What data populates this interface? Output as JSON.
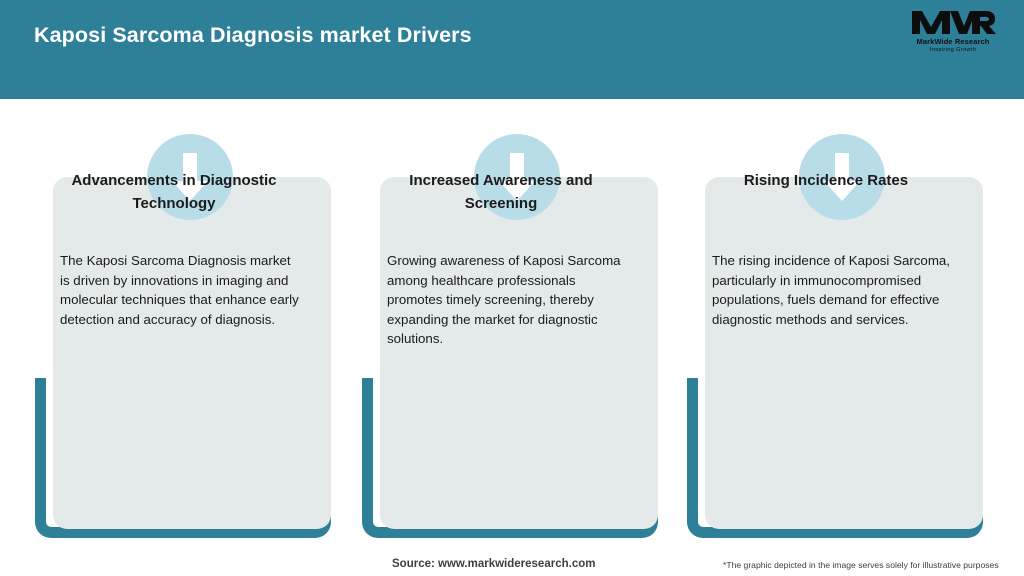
{
  "header": {
    "title": "Kaposi Sarcoma Diagnosis market Drivers",
    "background_color": "#2e7f98",
    "title_color": "#ffffff"
  },
  "logo": {
    "mark": "MWR",
    "name": "MarkWide Research",
    "tagline": "Inspiring Growth"
  },
  "theme": {
    "teal": "#2e7f98",
    "panel": "#e4e9ea",
    "circle": "#b8dde8",
    "arrow": "#ffffff"
  },
  "cards": [
    {
      "icon": "down-arrow-icon",
      "title": "Advancements in Diagnostic Technology",
      "body": "The Kaposi Sarcoma Diagnosis market is driven by innovations in imaging and molecular techniques that enhance early detection and accuracy of diagnosis."
    },
    {
      "icon": "down-arrow-icon",
      "title": "Increased Awareness and Screening",
      "body": "Growing awareness of Kaposi Sarcoma among healthcare professionals promotes timely screening, thereby expanding the market for diagnostic solutions."
    },
    {
      "icon": "down-arrow-icon",
      "title": "Rising Incidence Rates",
      "body": "The rising incidence of Kaposi Sarcoma, particularly in immunocompromised populations, fuels demand for effective diagnostic methods and services."
    }
  ],
  "footer": {
    "source": "Source: www.markwideresearch.com",
    "note": "*The graphic depicted in the image serves solely for illustrative purposes"
  }
}
